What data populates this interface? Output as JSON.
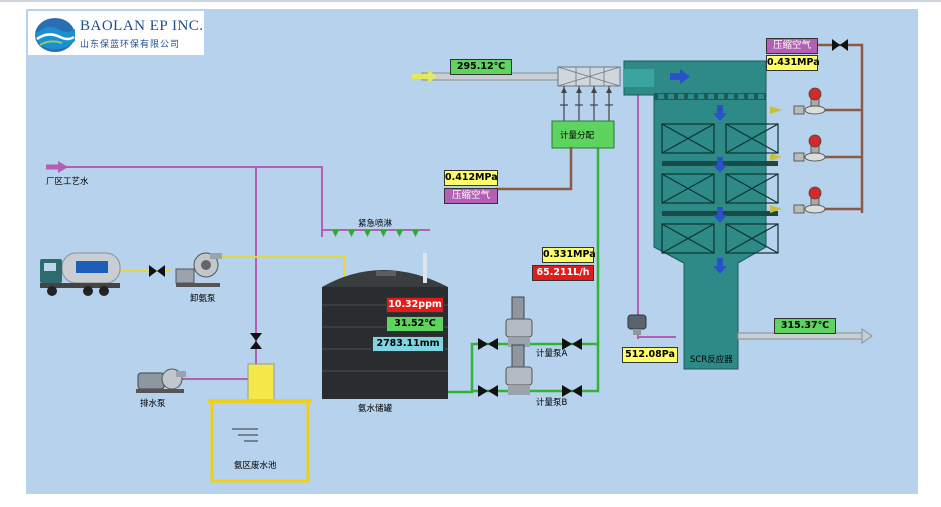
{
  "logo": {
    "name_en": "BAOLAN EP INC.",
    "name_cn": "山东保蓝环保有限公司"
  },
  "labels": {
    "factory_water": "厂区工艺水",
    "unload_pump": "卸氨泵",
    "drain_pump": "排水泵",
    "waste_pool": "氨区废水池",
    "emergency_spray": "紧急喷淋",
    "ammonia_tank": "氨水储罐",
    "meter_pump_a": "计量泵A",
    "meter_pump_b": "计量泵B",
    "meter_dist": "计量分配",
    "scr_reactor": "SCR反应器",
    "compressed_air_top": "压缩空气",
    "compressed_air_left": "压缩空气"
  },
  "readings": {
    "inlet_temp": "295.12℃",
    "air_pressure_top": "0.431MPa",
    "air_pressure_left": "0.412MPa",
    "pump_pressure": "0.331MPa",
    "flow_rate": "65.211L/h",
    "tank_concentration": "10.32ppm",
    "tank_temp": "31.52℃",
    "tank_level": "2783.11mm",
    "outlet_temp": "315.37℃",
    "reactor_pressure": "512.08Pa"
  },
  "icons": {
    "logo": "globe-logo-icon",
    "truck": "ammonia-tanker-truck-icon",
    "pump": "centrifugal-pump-icon",
    "meter_pump": "metering-pump-icon",
    "valve": "valve-icon",
    "regulator": "control-valve-icon",
    "nozzle": "spray-nozzle-icon",
    "arrow": "flow-arrow-icon"
  },
  "colors": {
    "background": "#b6d2ec",
    "reactor": "#2e8a86",
    "pipe_purple": "#b35fb3",
    "pipe_green": "#33b333",
    "pipe_brown": "#8a5a44",
    "flow_arrow": "#2a52c8"
  }
}
